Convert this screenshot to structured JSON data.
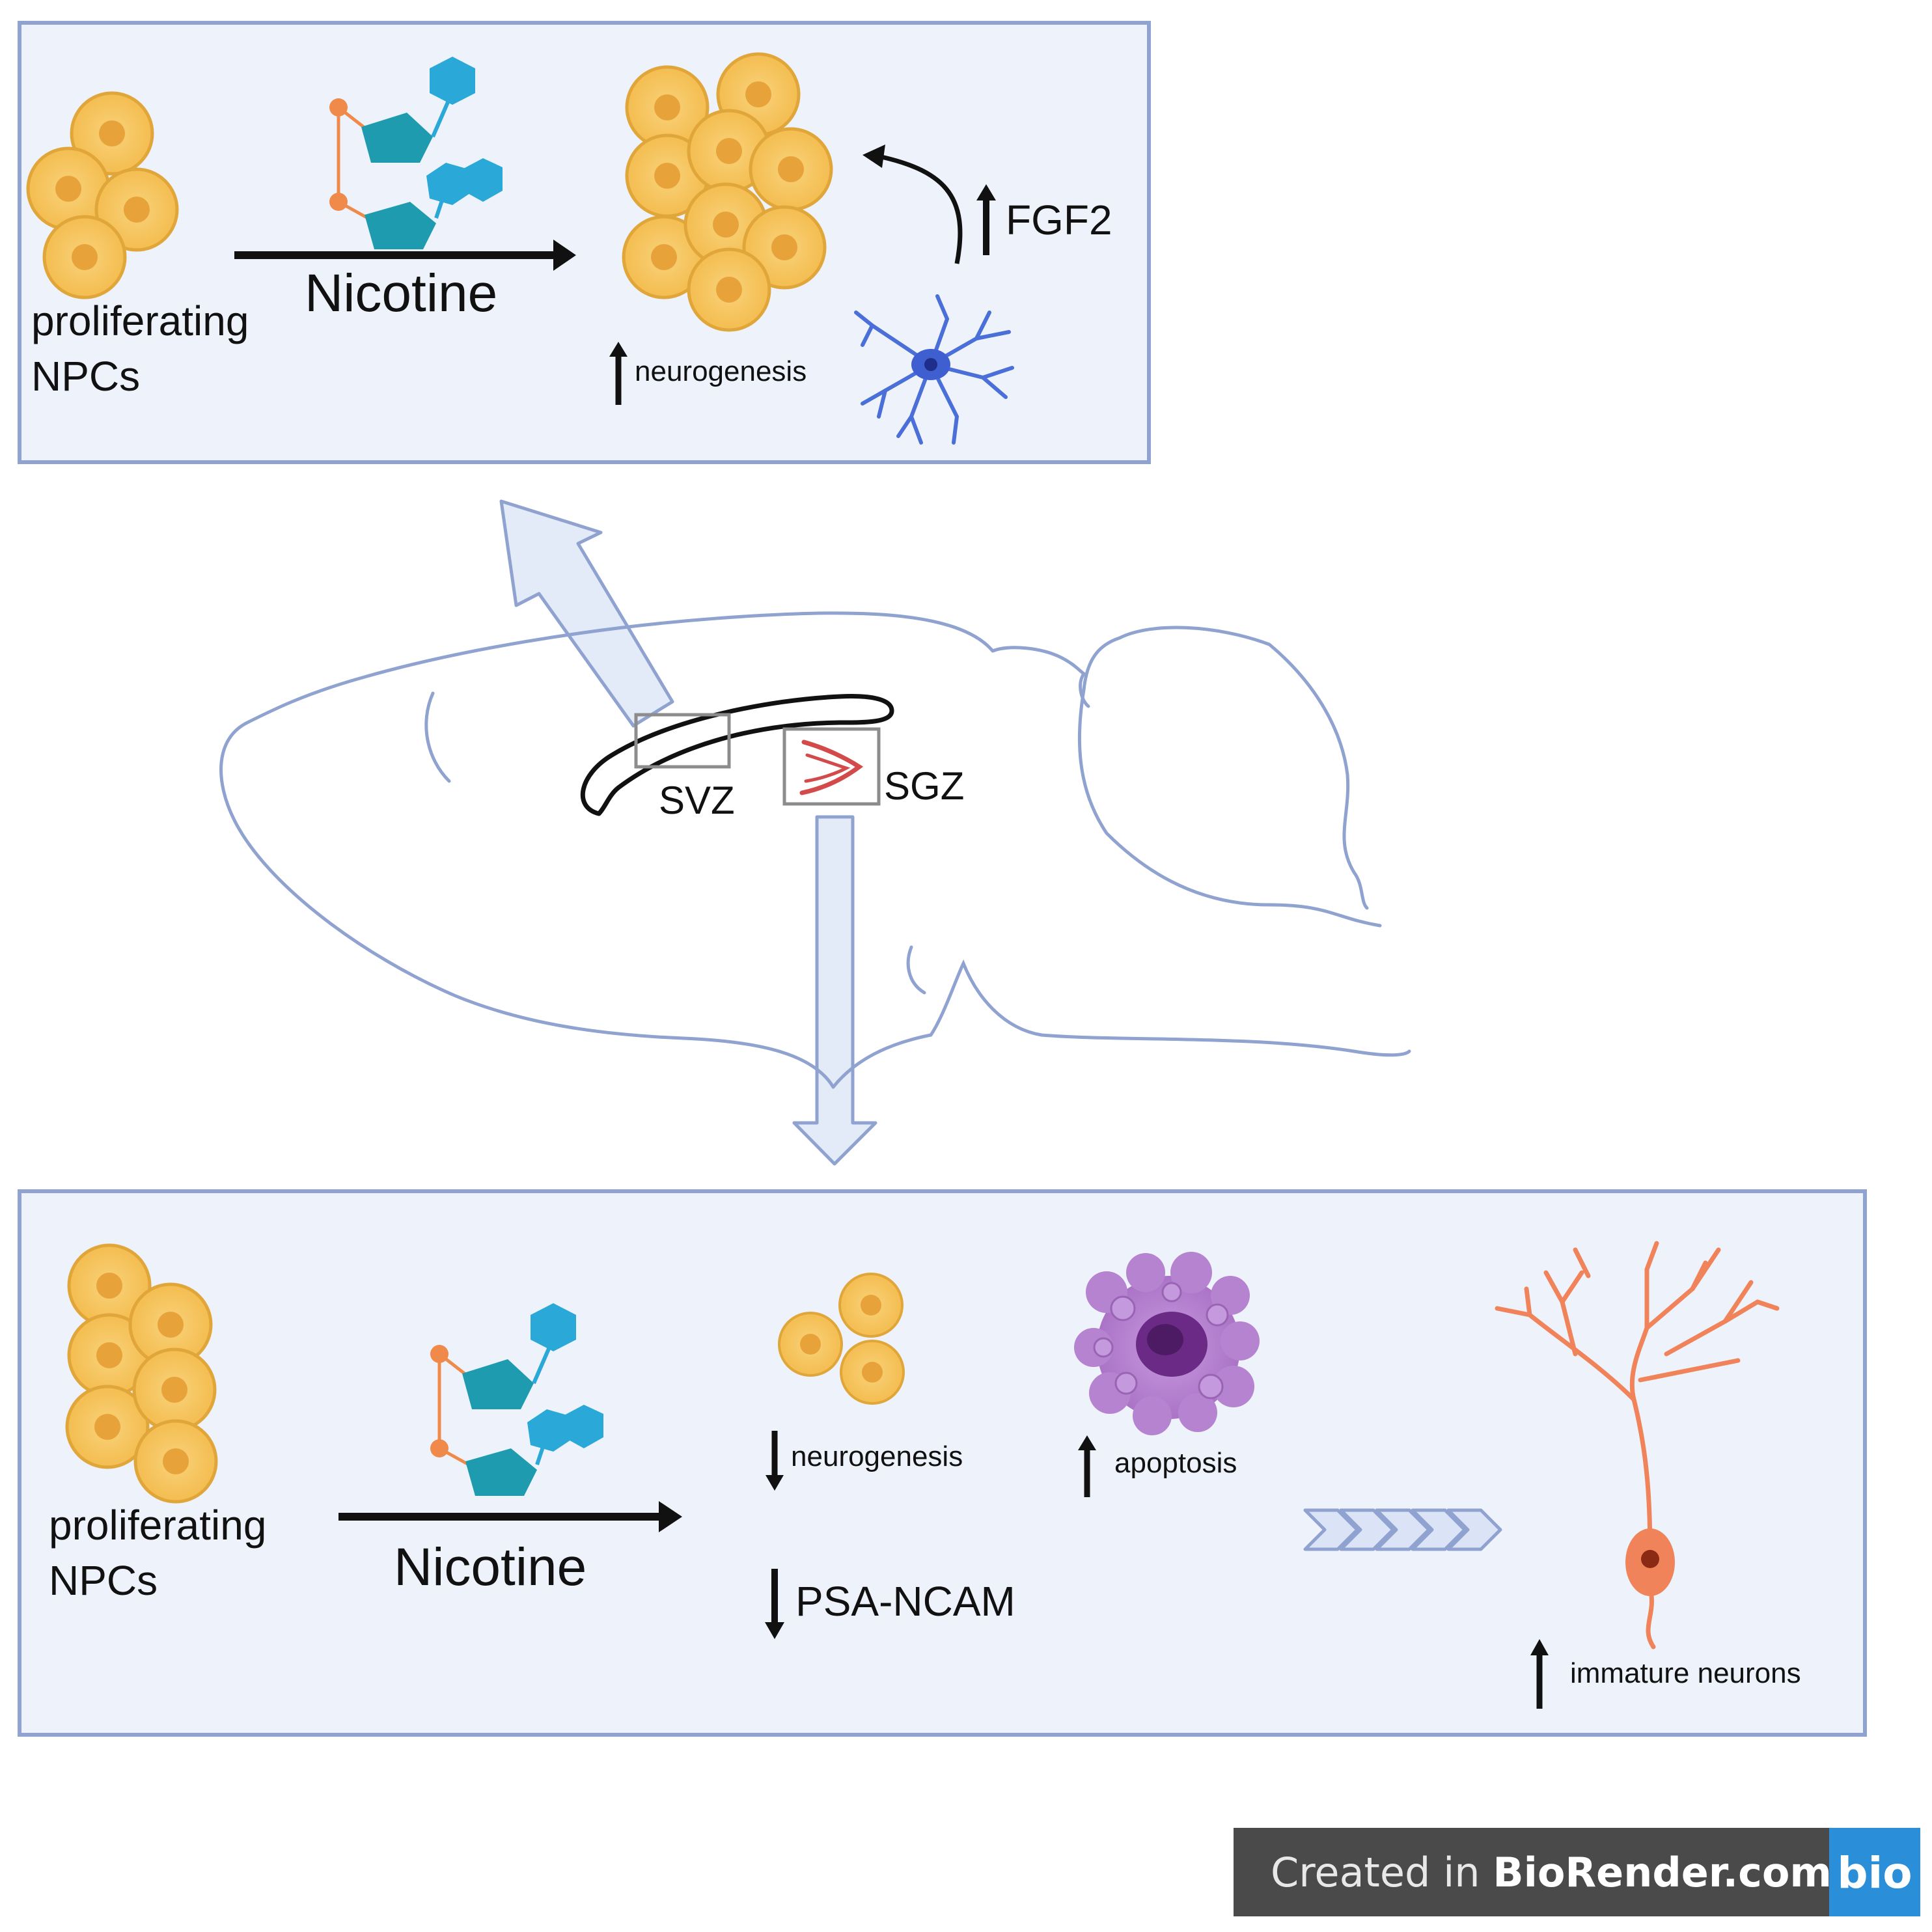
{
  "colors": {
    "panel_fill": "#eef3fb",
    "panel_border": "#8fa2d0",
    "brain_outline": "#8fa2d0",
    "big_arrow_fill": "#e3ebf8",
    "cell_fill": "#f6c45a",
    "cell_stroke": "#e0a63a",
    "nucleus": "#e8a23a",
    "molecule_teal": "#1f9bb0",
    "molecule_blue": "#2aa8d8",
    "molecule_orange": "#f08a4b",
    "astrocyte": "#3f5fd0",
    "neuron": "#f0835a",
    "apoptotic_cell": "#b07bc8",
    "apoptotic_nucleus": "#6b2a86",
    "sgz_red": "#d24a4a",
    "badge_bg": "#4a4a4a",
    "badge_blue": "#2a8fd8"
  },
  "top_panel": {
    "cells_label_line1": "proliferating",
    "cells_label_line2": "NPCs",
    "drug_label": "Nicotine",
    "growth_factor": "FGF2",
    "outcome": "neurogenesis",
    "outcome_direction": "up",
    "growth_factor_direction": "up",
    "icons": [
      "npc-cluster-icon",
      "nicotine-molecule-icon",
      "proliferated-npc-cluster-icon",
      "astrocyte-icon"
    ]
  },
  "brain": {
    "region_svz": "SVZ",
    "region_sgz": "SGZ"
  },
  "bottom_panel": {
    "cells_label_line1": "proliferating",
    "cells_label_line2": "NPCs",
    "drug_label": "Nicotine",
    "outcome_neurogenesis": "neurogenesis",
    "outcome_apoptosis": "apoptosis",
    "outcome_psa": "PSA-NCAM",
    "outcome_immature": "immature neurons",
    "directions": {
      "neurogenesis": "down",
      "apoptosis": "up",
      "psa": "down",
      "immature": "up"
    },
    "icons": [
      "npc-cluster-icon",
      "nicotine-molecule-icon",
      "small-npc-cluster-icon",
      "apoptotic-cell-icon",
      "chevrons-icon",
      "immature-neuron-icon"
    ]
  },
  "badge": {
    "prefix": "Created in ",
    "brand": "BioRender.com",
    "logo": "bio"
  }
}
